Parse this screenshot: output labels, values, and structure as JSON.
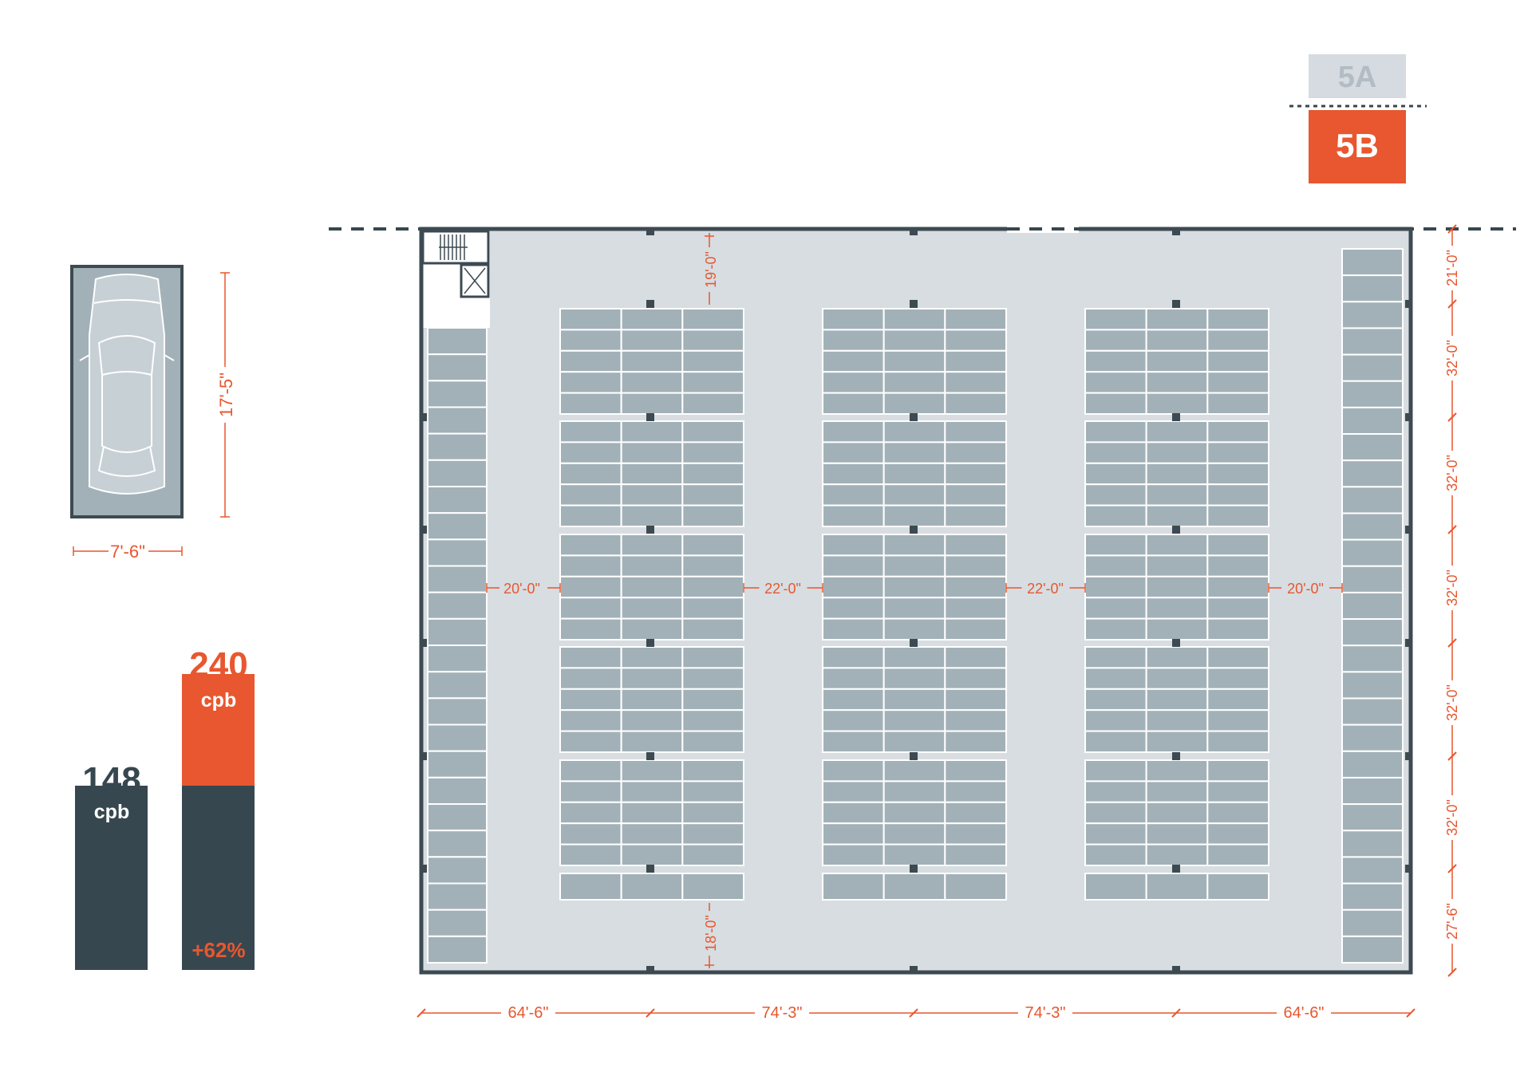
{
  "levels": {
    "upper_label": "5A",
    "current_label": "5B",
    "upper_color": "#d5dbe0",
    "upper_text_color": "#b3bcc4",
    "current_color": "#e8572f"
  },
  "stall": {
    "width_label": "7'-6\"",
    "length_label": "17'-5\""
  },
  "comparison": {
    "before_value": "148",
    "before_unit": "cpb",
    "after_value": "240",
    "after_unit": "cpb",
    "increase": "+62%",
    "before_count": 148,
    "after_count": 240
  },
  "dimensions": {
    "top_drive_aisle": "19'-0\"",
    "bottom_drive_aisle": "18'-0\"",
    "aisles": [
      "20'-0\"",
      "22'-0\"",
      "22'-0\"",
      "20'-0\""
    ],
    "bay_widths": [
      "64'-6\"",
      "74'-3\"",
      "74'-3\"",
      "64'-6\""
    ],
    "bay_depths": [
      "21'-0\"",
      "32'-0\"",
      "32'-0\"",
      "32'-0\"",
      "32'-0\"",
      "32'-0\"",
      "27'-6\""
    ]
  },
  "colors": {
    "accent": "#e8572f",
    "dark": "#37474f",
    "floor": "#d7dde1",
    "stall": "#a2b1b7",
    "outline": "#3d4a52"
  }
}
